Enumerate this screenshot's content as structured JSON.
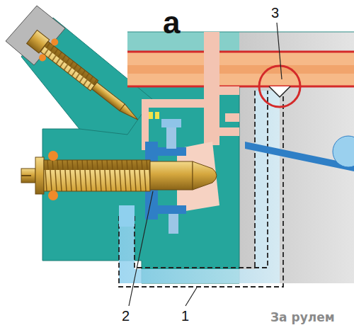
{
  "diagram": {
    "labels": [
      "а",
      "3",
      "2",
      "1",
      "За рулем"
    ]
  }
}
